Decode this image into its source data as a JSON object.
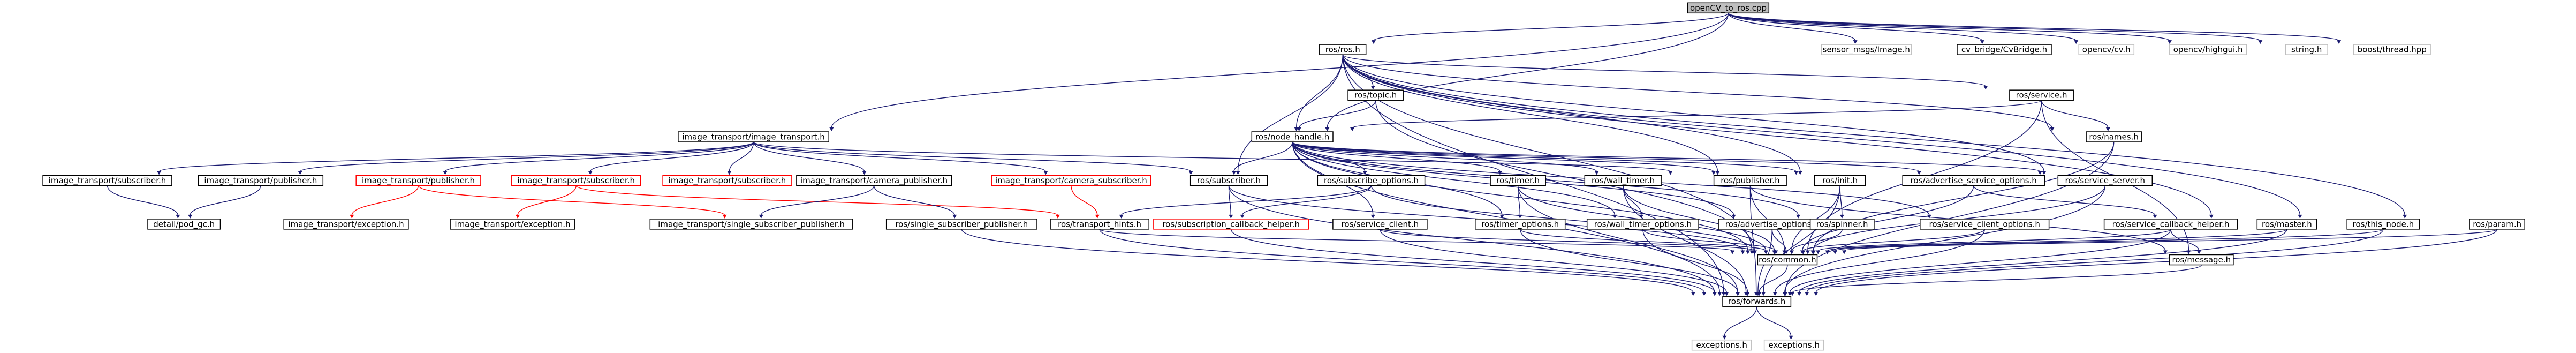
{
  "diagram": {
    "nodes": [
      {
        "id": "root",
        "label": "openCV_to_ros.cpp",
        "style": "root"
      },
      {
        "id": "ros",
        "label": "ros/ros.h"
      },
      {
        "id": "sensor_image",
        "label": "sensor_msgs/Image.h",
        "style": "missing"
      },
      {
        "id": "cv_bridge",
        "label": "cv_bridge/CvBridge.h"
      },
      {
        "id": "opencv_cv",
        "label": "opencv/cv.h",
        "style": "missing"
      },
      {
        "id": "opencv_highgui",
        "label": "opencv/highgui.h",
        "style": "missing"
      },
      {
        "id": "string",
        "label": "string.h",
        "style": "missing"
      },
      {
        "id": "boost_thread",
        "label": "boost/thread.hpp",
        "style": "missing"
      },
      {
        "id": "it_image_transport",
        "label": "image_transport/image_transport.h"
      },
      {
        "id": "ros_topic",
        "label": "ros/topic.h"
      },
      {
        "id": "ros_service",
        "label": "ros/service.h"
      },
      {
        "id": "ros_node_handle",
        "label": "ros/node_handle.h"
      },
      {
        "id": "ros_names",
        "label": "ros/names.h"
      },
      {
        "id": "it_subscriber_a",
        "label": "image_transport/subscriber.h"
      },
      {
        "id": "it_publisher_a",
        "label": "image_transport/publisher.h"
      },
      {
        "id": "it_publisher_b",
        "label": "image_transport/publisher.h",
        "style": "redlink"
      },
      {
        "id": "it_subscriber_b",
        "label": "image_transport/subscriber.h",
        "style": "redlink"
      },
      {
        "id": "it_subscriber_c",
        "label": "image_transport/subscriber.h",
        "style": "redlink"
      },
      {
        "id": "it_camera_publisher",
        "label": "image_transport/camera_publisher.h"
      },
      {
        "id": "it_camera_subscriber",
        "label": "image_transport/camera_subscriber.h",
        "style": "redlink"
      },
      {
        "id": "ros_subscriber",
        "label": "ros/subscriber.h"
      },
      {
        "id": "ros_subscribe_options",
        "label": "ros/subscribe_options.h"
      },
      {
        "id": "ros_timer",
        "label": "ros/timer.h"
      },
      {
        "id": "ros_wall_timer",
        "label": "ros/wall_timer.h"
      },
      {
        "id": "ros_publisher",
        "label": "ros/publisher.h"
      },
      {
        "id": "ros_init",
        "label": "ros/init.h"
      },
      {
        "id": "ros_advertise_service_options",
        "label": "ros/advertise_service_options.h"
      },
      {
        "id": "ros_service_server",
        "label": "ros/service_server.h"
      },
      {
        "id": "detail_pod_gc",
        "label": "detail/pod_gc.h"
      },
      {
        "id": "it_exception_a",
        "label": "image_transport/exception.h"
      },
      {
        "id": "it_exception_b",
        "label": "image_transport/exception.h"
      },
      {
        "id": "it_single_subscriber_publisher",
        "label": "image_transport/single_subscriber_publisher.h"
      },
      {
        "id": "ros_single_subscriber_publisher",
        "label": "ros/single_subscriber_publisher.h"
      },
      {
        "id": "ros_transport_hints",
        "label": "ros/transport_hints.h"
      },
      {
        "id": "ros_subscription_callback_helper",
        "label": "ros/subscription_callback_helper.h",
        "style": "redlink"
      },
      {
        "id": "ros_service_client",
        "label": "ros/service_client.h"
      },
      {
        "id": "ros_timer_options",
        "label": "ros/timer_options.h"
      },
      {
        "id": "ros_wall_timer_options",
        "label": "ros/wall_timer_options.h"
      },
      {
        "id": "ros_advertise_options",
        "label": "ros/advertise_options.h"
      },
      {
        "id": "ros_spinner",
        "label": "ros/spinner.h"
      },
      {
        "id": "ros_service_client_options",
        "label": "ros/service_client_options.h"
      },
      {
        "id": "ros_service_callback_helper",
        "label": "ros/service_callback_helper.h"
      },
      {
        "id": "ros_master",
        "label": "ros/master.h"
      },
      {
        "id": "ros_this_node",
        "label": "ros/this_node.h"
      },
      {
        "id": "ros_param",
        "label": "ros/param.h"
      },
      {
        "id": "ros_common",
        "label": "ros/common.h"
      },
      {
        "id": "ros_message",
        "label": "ros/message.h"
      },
      {
        "id": "ros_forwards",
        "label": "ros/forwards.h"
      },
      {
        "id": "exceptions_a",
        "label": "exceptions.h",
        "style": "missing"
      },
      {
        "id": "exceptions_b",
        "label": "exceptions.h",
        "style": "missing"
      }
    ],
    "edges": [
      [
        "root",
        "ros"
      ],
      [
        "root",
        "sensor_image"
      ],
      [
        "root",
        "cv_bridge"
      ],
      [
        "root",
        "opencv_cv"
      ],
      [
        "root",
        "opencv_highgui"
      ],
      [
        "root",
        "string"
      ],
      [
        "root",
        "boost_thread"
      ],
      [
        "root",
        "it_image_transport"
      ],
      [
        "root",
        "ros_node_handle"
      ],
      [
        "ros",
        "ros_topic"
      ],
      [
        "ros",
        "ros_service"
      ],
      [
        "ros",
        "ros_node_handle"
      ],
      [
        "ros",
        "ros_names"
      ],
      [
        "ros",
        "ros_init"
      ],
      [
        "ros",
        "ros_publisher"
      ],
      [
        "ros",
        "ros_subscriber"
      ],
      [
        "ros",
        "ros_service_server"
      ],
      [
        "ros",
        "ros_master"
      ],
      [
        "ros",
        "ros_this_node"
      ],
      [
        "ros",
        "ros_param"
      ],
      [
        "ros",
        "ros_common"
      ],
      [
        "ros",
        "ros_forwards"
      ],
      [
        "ros_topic",
        "ros_node_handle"
      ],
      [
        "ros_topic",
        "ros_common"
      ],
      [
        "ros_service",
        "ros_node_handle"
      ],
      [
        "ros_service",
        "ros_names"
      ],
      [
        "ros_service",
        "ros_common"
      ],
      [
        "ros_service",
        "ros_message"
      ],
      [
        "ros_names",
        "ros_common"
      ],
      [
        "ros_names",
        "ros_forwards"
      ],
      [
        "it_image_transport",
        "it_subscriber_a"
      ],
      [
        "it_image_transport",
        "it_publisher_a"
      ],
      [
        "it_image_transport",
        "it_publisher_b"
      ],
      [
        "it_image_transport",
        "it_subscriber_b"
      ],
      [
        "it_image_transport",
        "it_subscriber_c"
      ],
      [
        "it_image_transport",
        "it_camera_publisher"
      ],
      [
        "it_image_transport",
        "it_camera_subscriber"
      ],
      [
        "it_image_transport",
        "ros_publisher"
      ],
      [
        "it_image_transport",
        "ros_subscriber"
      ],
      [
        "ros_node_handle",
        "ros_subscriber"
      ],
      [
        "ros_node_handle",
        "ros_subscribe_options"
      ],
      [
        "ros_node_handle",
        "ros_timer"
      ],
      [
        "ros_node_handle",
        "ros_wall_timer"
      ],
      [
        "ros_node_handle",
        "ros_publisher"
      ],
      [
        "ros_node_handle",
        "ros_init"
      ],
      [
        "ros_node_handle",
        "ros_advertise_service_options"
      ],
      [
        "ros_node_handle",
        "ros_service_server"
      ],
      [
        "ros_node_handle",
        "ros_service_client"
      ],
      [
        "ros_node_handle",
        "ros_advertise_options"
      ],
      [
        "ros_node_handle",
        "ros_spinner"
      ],
      [
        "ros_node_handle",
        "ros_service_client_options"
      ],
      [
        "ros_node_handle",
        "ros_timer_options"
      ],
      [
        "ros_node_handle",
        "ros_wall_timer_options"
      ],
      [
        "ros_node_handle",
        "ros_forwards"
      ],
      [
        "ros_node_handle",
        "ros_common"
      ],
      [
        "it_subscriber_a",
        "detail_pod_gc"
      ],
      [
        "it_publisher_a",
        "detail_pod_gc"
      ],
      [
        "it_publisher_b",
        "it_exception_a",
        "red"
      ],
      [
        "it_publisher_b",
        "it_single_subscriber_publisher",
        "red"
      ],
      [
        "it_subscriber_b",
        "it_exception_b",
        "red"
      ],
      [
        "it_subscriber_b",
        "ros_transport_hints",
        "red"
      ],
      [
        "it_camera_publisher",
        "it_single_subscriber_publisher"
      ],
      [
        "it_camera_publisher",
        "ros_single_subscriber_publisher"
      ],
      [
        "it_camera_subscriber",
        "ros_transport_hints",
        "red"
      ],
      [
        "ros_subscriber",
        "ros_forwards"
      ],
      [
        "ros_subscriber",
        "ros_common"
      ],
      [
        "ros_subscriber",
        "ros_subscription_callback_helper"
      ],
      [
        "ros_subscribe_options",
        "ros_transport_hints"
      ],
      [
        "ros_subscribe_options",
        "ros_subscription_callback_helper"
      ],
      [
        "ros_subscribe_options",
        "ros_common"
      ],
      [
        "ros_timer",
        "ros_timer_options"
      ],
      [
        "ros_timer",
        "ros_forwards"
      ],
      [
        "ros_timer",
        "ros_common"
      ],
      [
        "ros_wall_timer",
        "ros_wall_timer_options"
      ],
      [
        "ros_wall_timer",
        "ros_forwards"
      ],
      [
        "ros_wall_timer",
        "ros_common"
      ],
      [
        "ros_publisher",
        "ros_forwards"
      ],
      [
        "ros_publisher",
        "ros_common"
      ],
      [
        "ros_publisher",
        "ros_message"
      ],
      [
        "ros_init",
        "ros_spinner"
      ],
      [
        "ros_init",
        "ros_forwards"
      ],
      [
        "ros_init",
        "ros_common"
      ],
      [
        "ros_advertise_service_options",
        "ros_service_callback_helper"
      ],
      [
        "ros_advertise_service_options",
        "ros_common"
      ],
      [
        "ros_service_server",
        "ros_forwards"
      ],
      [
        "ros_service_server",
        "ros_common"
      ],
      [
        "ros_single_subscriber_publisher",
        "ros_forwards"
      ],
      [
        "ros_transport_hints",
        "ros_forwards"
      ],
      [
        "ros_transport_hints",
        "ros_common"
      ],
      [
        "ros_subscription_callback_helper",
        "ros_forwards"
      ],
      [
        "ros_service_client",
        "ros_forwards"
      ],
      [
        "ros_service_client",
        "ros_common"
      ],
      [
        "ros_timer_options",
        "ros_forwards"
      ],
      [
        "ros_timer_options",
        "ros_common"
      ],
      [
        "ros_wall_timer_options",
        "ros_forwards"
      ],
      [
        "ros_wall_timer_options",
        "ros_common"
      ],
      [
        "ros_advertise_options",
        "ros_forwards"
      ],
      [
        "ros_advertise_options",
        "ros_common"
      ],
      [
        "ros_spinner",
        "ros_common"
      ],
      [
        "ros_service_client_options",
        "ros_forwards"
      ],
      [
        "ros_service_client_options",
        "ros_common"
      ],
      [
        "ros_service_callback_helper",
        "ros_forwards"
      ],
      [
        "ros_service_callback_helper",
        "ros_common"
      ],
      [
        "ros_service_callback_helper",
        "ros_message"
      ],
      [
        "ros_master",
        "ros_forwards"
      ],
      [
        "ros_master",
        "ros_common"
      ],
      [
        "ros_this_node",
        "ros_forwards"
      ],
      [
        "ros_this_node",
        "ros_common"
      ],
      [
        "ros_param",
        "ros_forwards"
      ],
      [
        "ros_param",
        "ros_common"
      ],
      [
        "ros_common",
        "ros_forwards"
      ],
      [
        "ros_message",
        "ros_forwards"
      ],
      [
        "ros_forwards",
        "exceptions_a"
      ],
      [
        "ros_forwards",
        "exceptions_b"
      ]
    ]
  }
}
